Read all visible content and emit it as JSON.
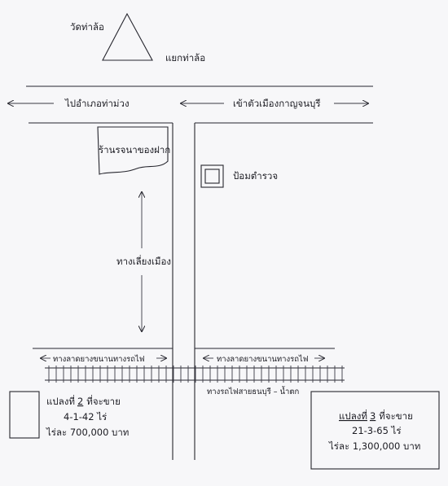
{
  "landmarks": {
    "temple": "วัดท่าล้อ",
    "junction": "แยกท่าล้อ",
    "shop": "ร้านรจนาของฝาก",
    "police_box": "ป้อมตำรวจ"
  },
  "roads": {
    "to_district": "ไปอำเภอท่าม่วง",
    "to_city": "เข้าตัวเมืองกาญจนบุรี",
    "bypass": "ทางเลี่ยงเมือง",
    "paved_left": "ทางลาดยางขนานทางรถไฟ",
    "paved_right": "ทางลาดยางขนานทางรถไฟ",
    "railway": "ทางรถไฟสายธนบุรี – น้ำตก"
  },
  "plots": [
    {
      "prefix": "แปลงที่",
      "number": "2",
      "suffix": "ที่จะขาย",
      "size": "4-1-42 ไร่",
      "price": "ไร่ละ 700,000 บาท"
    },
    {
      "prefix": "แปลงที่",
      "number": "3",
      "suffix": "ที่จะขาย",
      "size": "21-3-65 ไร่",
      "price": "ไร่ละ 1,300,000 บาท"
    }
  ]
}
